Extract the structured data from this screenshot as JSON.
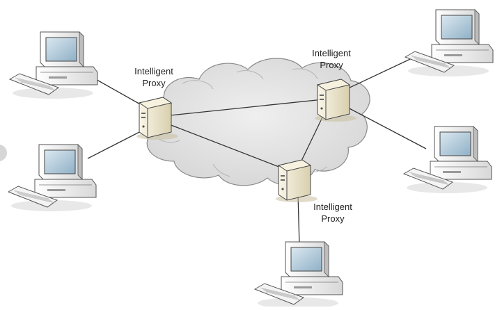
{
  "diagram": {
    "proxies": [
      {
        "id": "proxy-left",
        "label": [
          "Intelligent",
          "Proxy"
        ]
      },
      {
        "id": "proxy-right",
        "label": [
          "Intelligent",
          "Proxy"
        ]
      },
      {
        "id": "proxy-bottom",
        "label": [
          "Intelligent",
          "Proxy"
        ]
      }
    ],
    "computers": [
      {
        "id": "pc-top-left",
        "connects_to": "proxy-left"
      },
      {
        "id": "pc-mid-left",
        "connects_to": "proxy-left"
      },
      {
        "id": "pc-top-right",
        "connects_to": "proxy-right"
      },
      {
        "id": "pc-mid-right",
        "connects_to": "proxy-right"
      },
      {
        "id": "pc-bottom",
        "connects_to": "proxy-bottom"
      }
    ],
    "links": [
      [
        "proxy-left",
        "proxy-right"
      ],
      [
        "proxy-left",
        "proxy-bottom"
      ],
      [
        "proxy-right",
        "proxy-bottom"
      ]
    ],
    "colors": {
      "cloud_fill": "#e2e2e2",
      "cloud_stroke": "#8a8a8a",
      "device_body": "#f0ead6",
      "device_shade": "#c9bf9d",
      "line": "#333333",
      "screen": "#a9c4d6"
    }
  }
}
